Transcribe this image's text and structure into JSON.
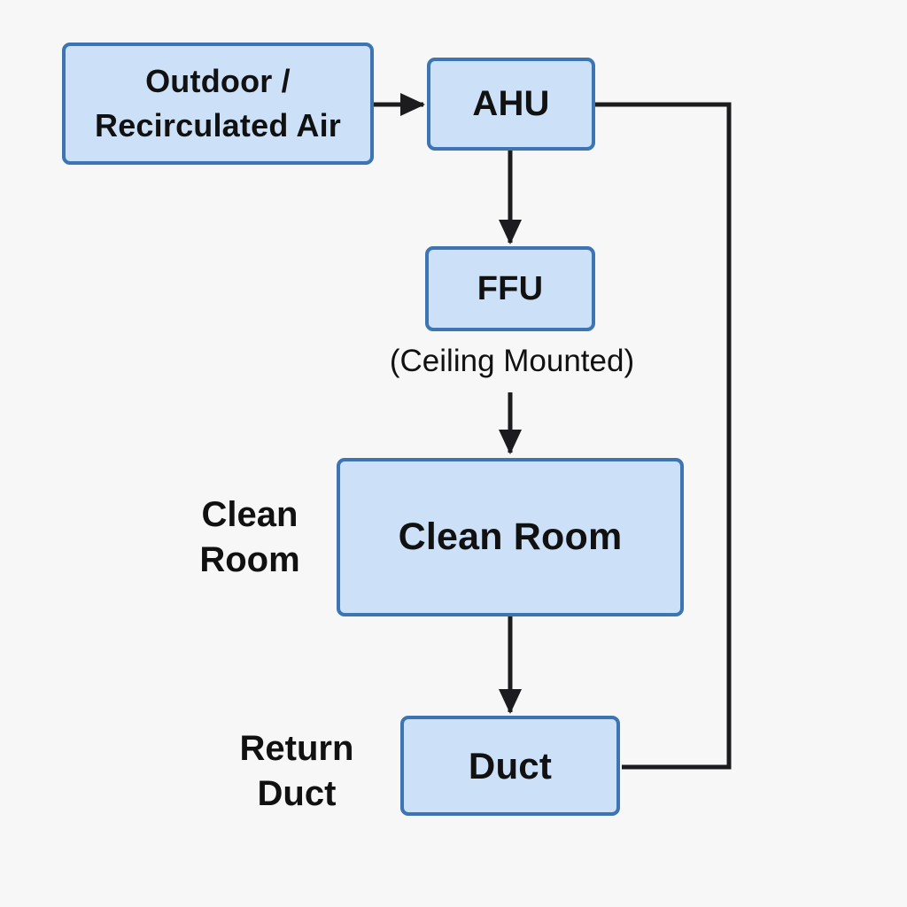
{
  "diagram_type": "flowchart",
  "nodes": {
    "outdoor": {
      "line1": "Outdoor /",
      "line2": "Recirculated Air"
    },
    "ahu": {
      "label": "AHU"
    },
    "ffu": {
      "label": "FFU",
      "note": "(Ceiling Mounted)"
    },
    "clean_room": {
      "label": "Clean Room"
    },
    "duct": {
      "label": "Duct"
    }
  },
  "side_labels": {
    "clean_room": {
      "line1": "Clean",
      "line2": "Room"
    },
    "return_duct": {
      "line1": "Return",
      "line2": "Duct"
    }
  },
  "edges": [
    {
      "from": "Outdoor / Recirculated Air",
      "to": "AHU",
      "style": "arrow"
    },
    {
      "from": "AHU",
      "to": "FFU",
      "style": "arrow"
    },
    {
      "from": "FFU (Ceiling Mounted)",
      "to": "Clean Room",
      "style": "arrow"
    },
    {
      "from": "Clean Room",
      "to": "Duct",
      "style": "arrow"
    },
    {
      "from": "Duct",
      "to": "AHU",
      "style": "plain-return-loop"
    }
  ],
  "colors": {
    "background": "#f7f7f8",
    "node_fill": "#cce0f7",
    "node_border": "#3d74b2",
    "connector": "#1c1c1e",
    "text": "#111111"
  }
}
